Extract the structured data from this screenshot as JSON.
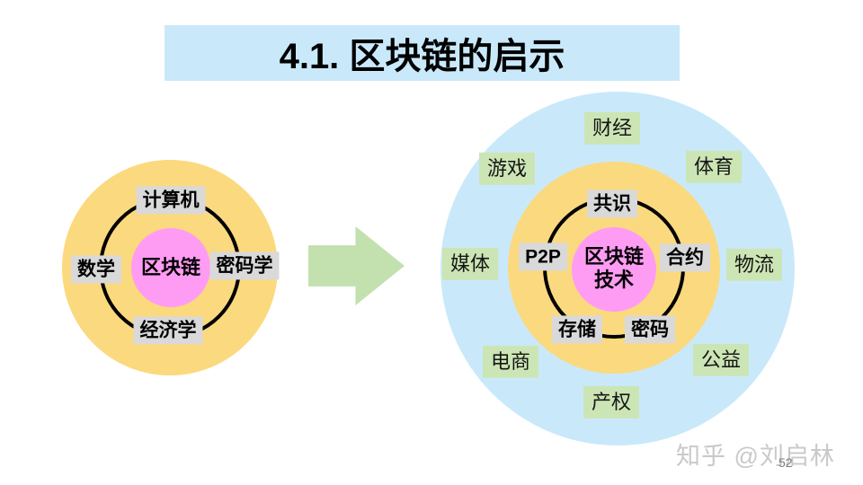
{
  "title": "4.1. 区块链的启示",
  "watermark": "知乎 @刘启林",
  "page_number": "52",
  "arrow_icon": "right-block-arrow",
  "colors": {
    "title_bg": "#C9E9FB",
    "blue_circle": "#C9E9FB",
    "yellow_circle": "#FBD97E",
    "pink_circle": "#FE9CF3",
    "gray_label_bg": "#D9D9D9",
    "green_label_bg": "#CCE5B5",
    "arrow": "#C3E0AF",
    "ring": "#000000"
  },
  "left_diagram": {
    "center_label": "区块链",
    "labels": {
      "top": "计算机",
      "left": "数学",
      "right": "密码学",
      "bottom": "经济学"
    }
  },
  "right_diagram": {
    "center_line1": "区块链",
    "center_line2": "技术",
    "inner_labels": {
      "top": "共识",
      "left": "P2P",
      "right": "合约",
      "bottom_left": "存储",
      "bottom_right": "密码"
    },
    "outer_labels": {
      "top": "财经",
      "top_left": "游戏",
      "top_right": "体育",
      "left": "媒体",
      "right": "物流",
      "bottom_left": "电商",
      "bottom_right": "公益",
      "bottom": "产权"
    }
  }
}
